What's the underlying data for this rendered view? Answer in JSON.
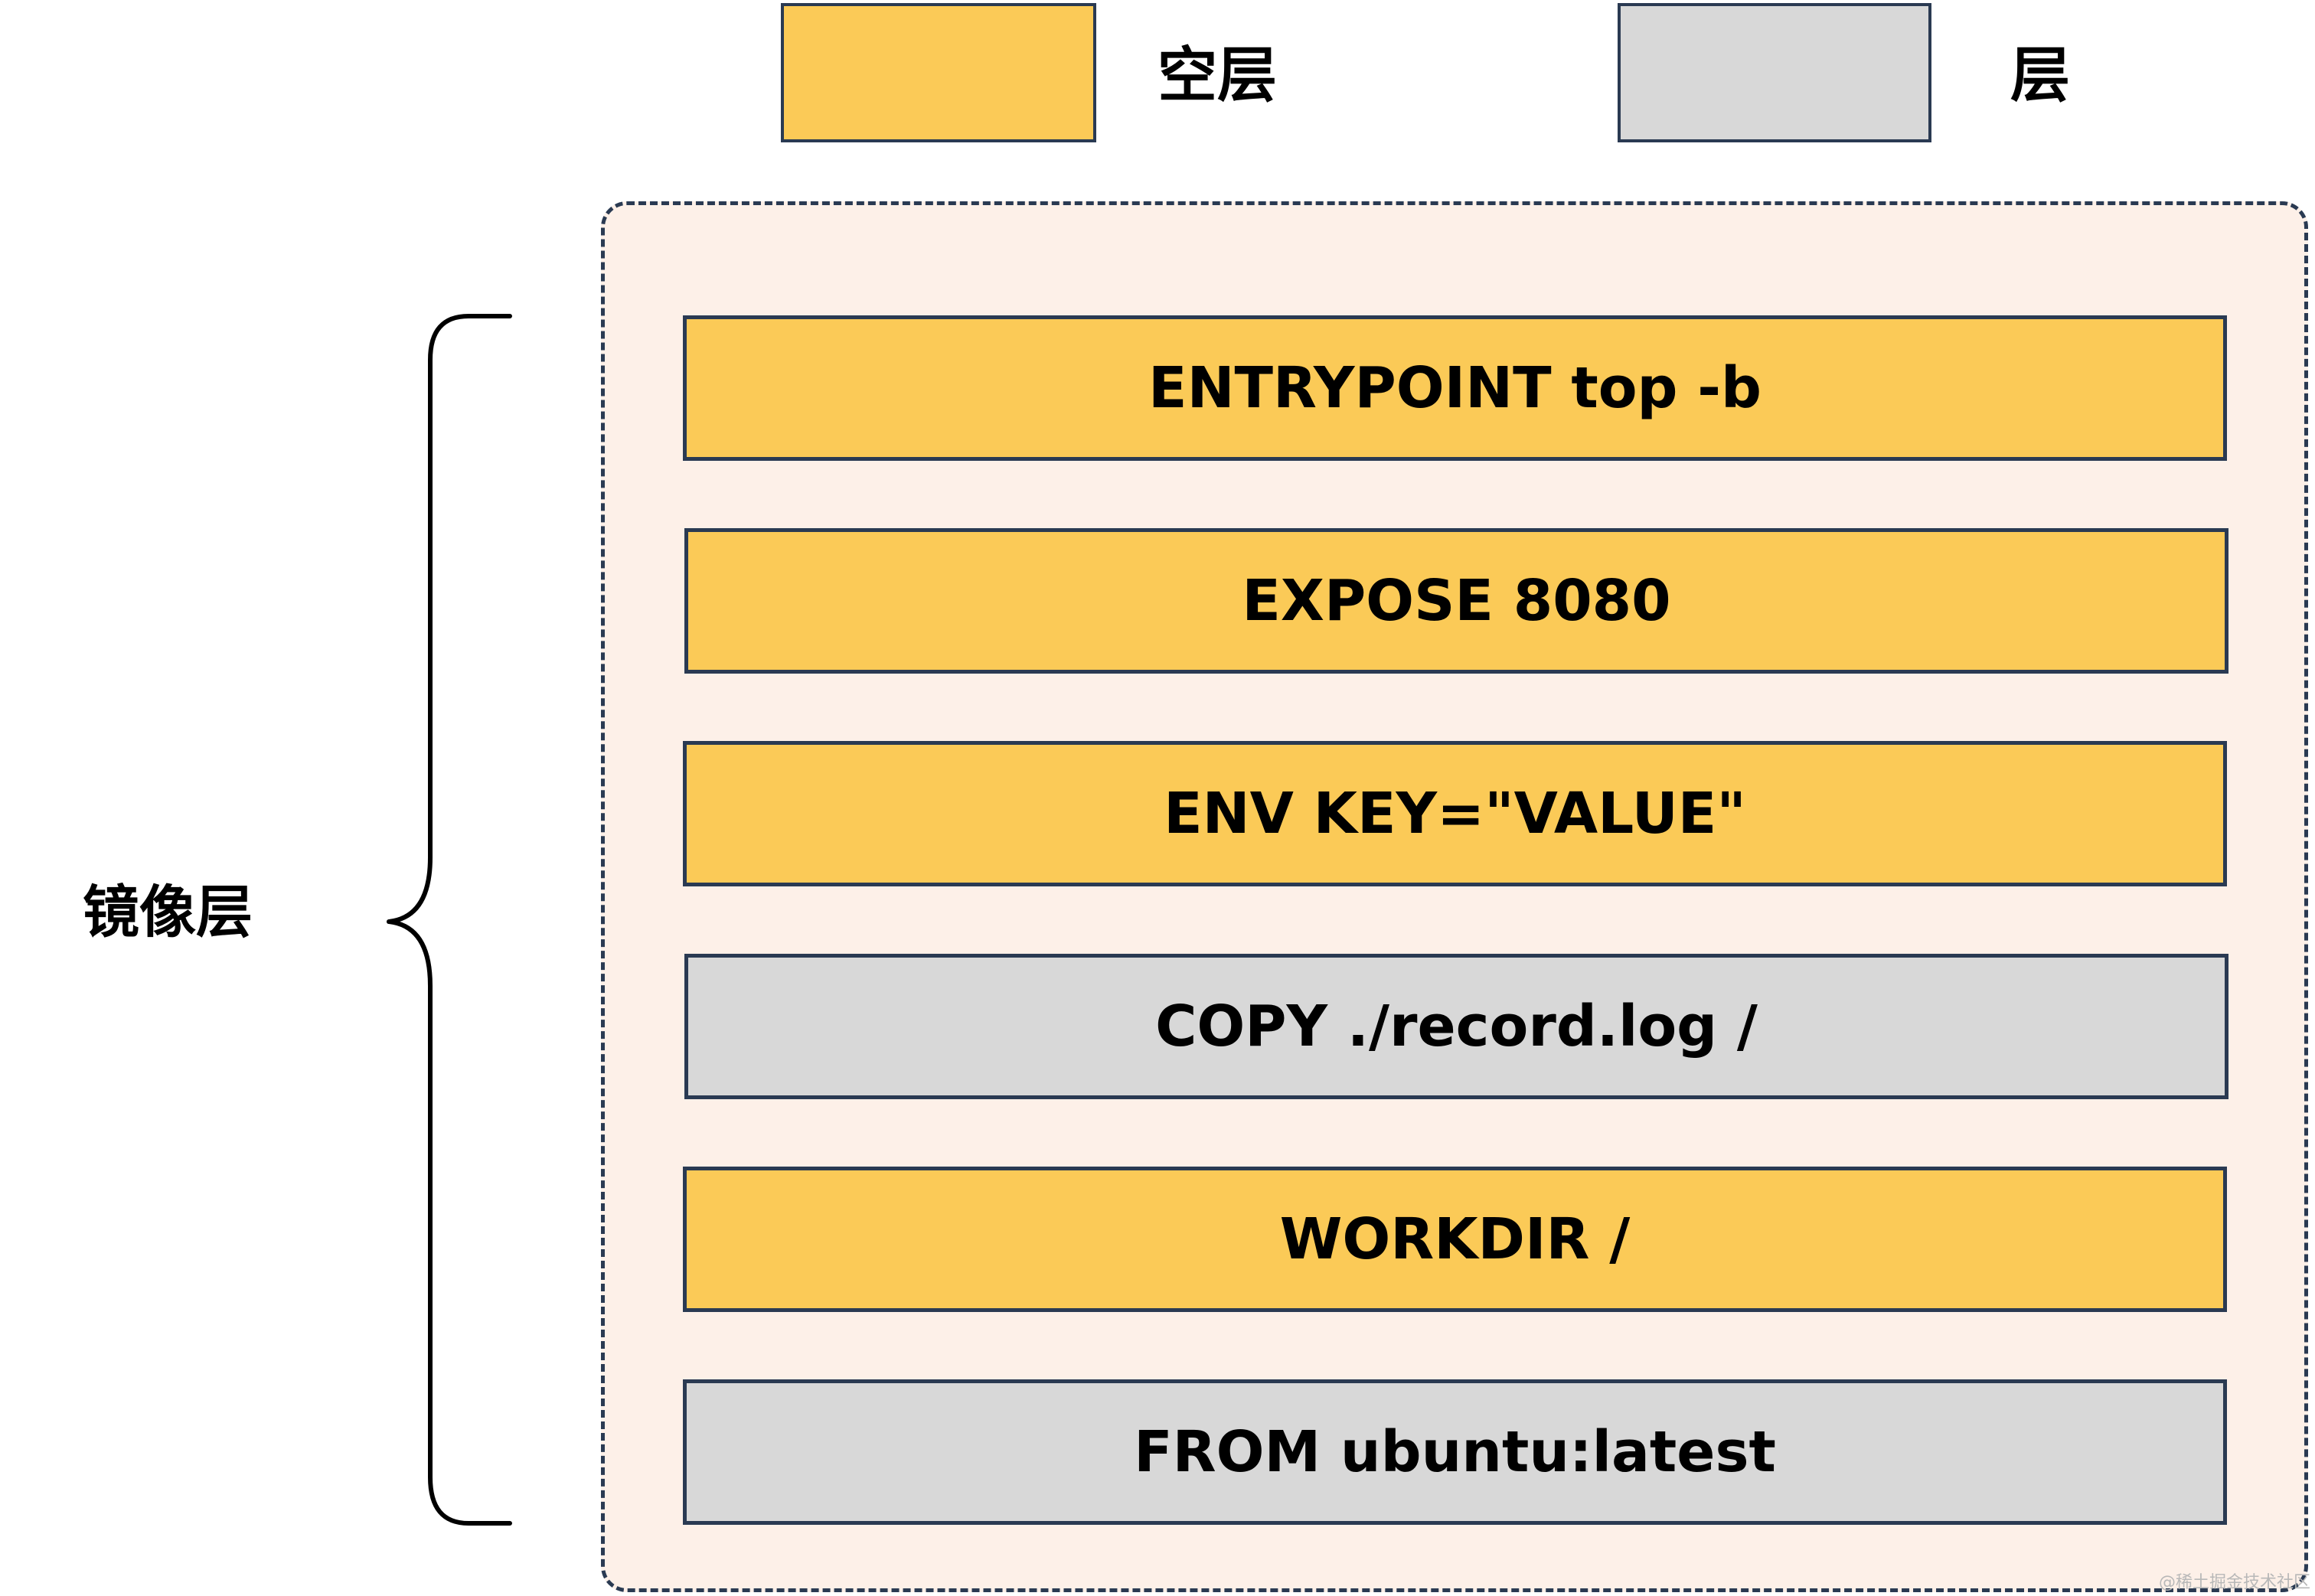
{
  "colors": {
    "empty_layer": "#fbca57",
    "layer": "#d8d8d8",
    "container_bg": "#fdf0e8",
    "border": "#2a3a52"
  },
  "legend": {
    "empty_layer_label": "空层",
    "layer_label": "层"
  },
  "brace_label": "镜像层",
  "layers": [
    {
      "label": "ENTRYPOINT top -b",
      "kind": "empty_layer"
    },
    {
      "label": "EXPOSE 8080",
      "kind": "empty_layer"
    },
    {
      "label": "ENV KEY=\"VALUE\"",
      "kind": "empty_layer"
    },
    {
      "label": "COPY ./record.log /",
      "kind": "layer"
    },
    {
      "label": "WORKDIR /",
      "kind": "empty_layer"
    },
    {
      "label": "FROM ubuntu:latest",
      "kind": "layer"
    }
  ],
  "watermark": "@稀土掘金技术社区"
}
